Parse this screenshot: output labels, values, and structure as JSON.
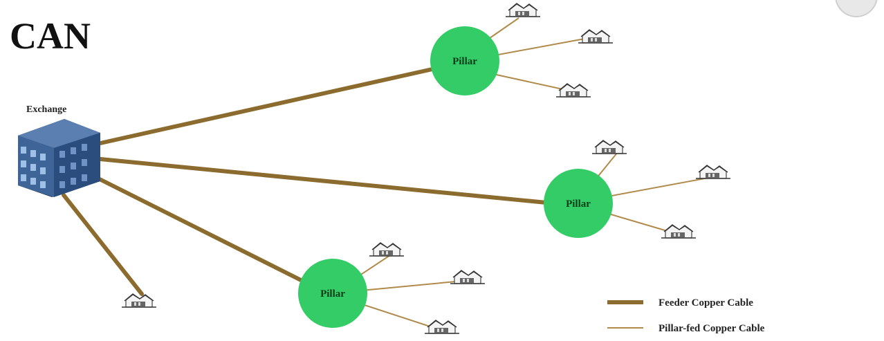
{
  "title": "CAN",
  "exchange": {
    "label": "Exchange"
  },
  "pillars": [
    {
      "label": "Pillar"
    },
    {
      "label": "Pillar"
    },
    {
      "label": "Pillar"
    }
  ],
  "legend": {
    "feeder": "Feeder Copper Cable",
    "pillar_fed": "Pillar-fed Copper Cable"
  },
  "colors": {
    "pillar_fill": "#33cc66",
    "feeder_cable": "#8b6b2e",
    "pillar_fed_cable": "#b08a4a",
    "building": "#2d4f7c"
  },
  "icons": {
    "exchange": "office-building-icon",
    "premises": "house-with-phone-icon"
  }
}
